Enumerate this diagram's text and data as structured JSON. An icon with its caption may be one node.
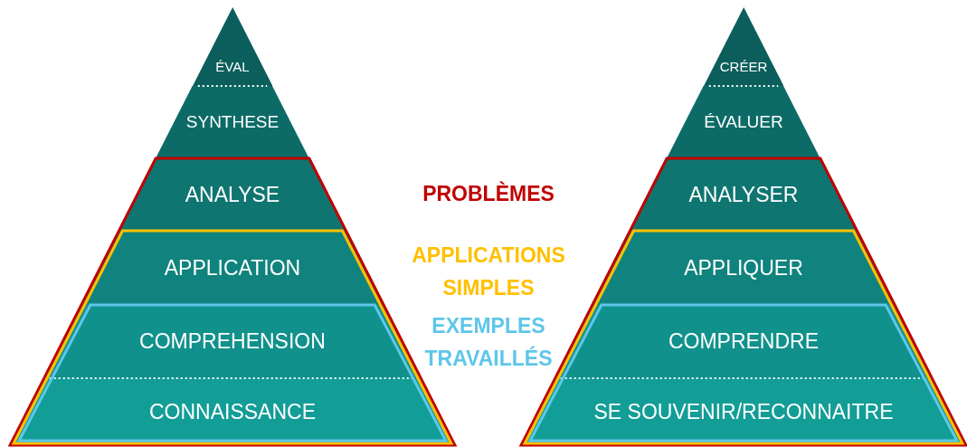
{
  "diagram": {
    "nodes": [
      {
        "text": [
          "ÉVAL"
        ]
      },
      {
        "text": [
          "SYNTHESE"
        ]
      },
      {
        "text": [
          "ANALYSE"
        ]
      },
      {
        "text": [
          "APPLICATION"
        ]
      },
      {
        "text": [
          "COMPREHENSION"
        ]
      },
      {
        "text": [
          "CONNAISSANCE"
        ]
      },
      {
        "text": [
          "CRÉER"
        ]
      },
      {
        "text": [
          "ÉVALUER"
        ]
      },
      {
        "text": [
          "ANALYSER"
        ]
      },
      {
        "text": [
          "APPLIQUER"
        ]
      },
      {
        "text": [
          "COMPRENDRE"
        ]
      },
      {
        "text": [
          "SE SOUVENIR/RECONNAITRE"
        ]
      }
    ],
    "labels": [
      "PROBLÈMES",
      "APPLICATIONS SIMPLES",
      "EXEMPLES TRAVAILLÉS"
    ]
  }
}
